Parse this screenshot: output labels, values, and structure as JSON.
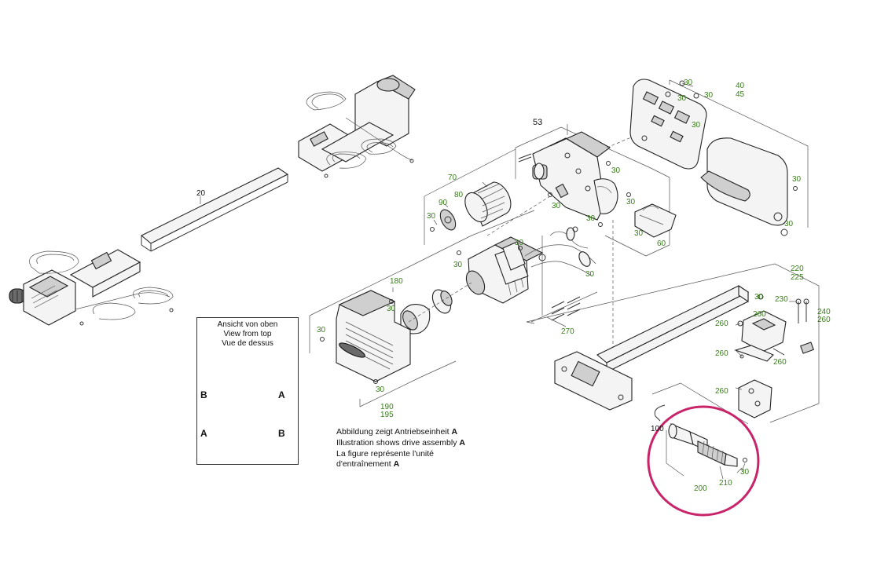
{
  "part_numbers": {
    "p20": "20",
    "p53": "53",
    "p70": "70",
    "p80": "80",
    "p90": "90",
    "p30_a": "30",
    "p30_b": "30",
    "p30_c": "30",
    "p30_d": "30",
    "p30_e": "30",
    "p30_f": "30",
    "p30_g": "30",
    "p30_h": "30",
    "p30_i": "30",
    "p30_j": "30",
    "p30_k": "30",
    "p30_l": "30",
    "p30_m": "30",
    "p30_n": "30",
    "p30_o": "30",
    "p30_p": "30",
    "p30_q": "30",
    "p30_r": "30",
    "p30_s": "30",
    "p30_t": "30",
    "p40": "40",
    "p45": "45",
    "p60": "60",
    "p100": "100",
    "p180": "180",
    "p190": "190",
    "p195": "195",
    "p200": "200",
    "p210": "210",
    "p220": "220",
    "p225": "225",
    "p230": "230",
    "p240": "240",
    "p260_a": "260",
    "p260_b": "260",
    "p260_c": "260",
    "p260_d": "260",
    "p260_e": "260",
    "p260_f": "260",
    "p270": "270"
  },
  "legend": {
    "line1": "Ansicht von oben",
    "line2": "View from top",
    "line3": "Vue de dessus",
    "label_b_left": "B",
    "label_a_right": "A",
    "label_a_left": "A",
    "label_b_right": "B"
  },
  "caption": {
    "line1": "Abbildung zeigt Antriebseinheit ",
    "line1_bold": "A",
    "line2": "Illustration shows drive assembly ",
    "line2_bold": "A",
    "line3": "La figure représente l'unité",
    "line4": "d'entraînement ",
    "line4_bold": "A"
  },
  "colors": {
    "part_number": "#3a7d1c",
    "highlight_circle": "#c8246a",
    "line": "#333333"
  }
}
